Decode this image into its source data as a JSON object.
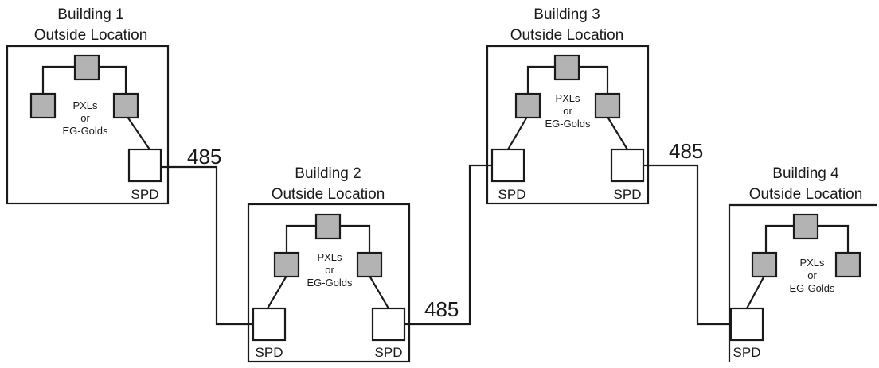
{
  "buildings": [
    {
      "title_line1": "Building 1",
      "title_line2": "Outside Location",
      "controllers": [
        "PXLs",
        "or",
        "EG-Golds"
      ],
      "spd_labels": [
        "SPD"
      ]
    },
    {
      "title_line1": "Building 2",
      "title_line2": "Outside Location",
      "controllers": [
        "PXLs",
        "or",
        "EG-Golds"
      ],
      "spd_labels": [
        "SPD",
        "SPD"
      ]
    },
    {
      "title_line1": "Building 3",
      "title_line2": "Outside Location",
      "controllers": [
        "PXLs",
        "or",
        "EG-Golds"
      ],
      "spd_labels": [
        "SPD",
        "SPD"
      ]
    },
    {
      "title_line1": "Building 4",
      "title_line2": "Outside Location",
      "controllers": [
        "PXLs",
        "or",
        "EG-Golds"
      ],
      "spd_labels": [
        "SPD"
      ]
    }
  ],
  "links": [
    "485",
    "485",
    "485"
  ]
}
